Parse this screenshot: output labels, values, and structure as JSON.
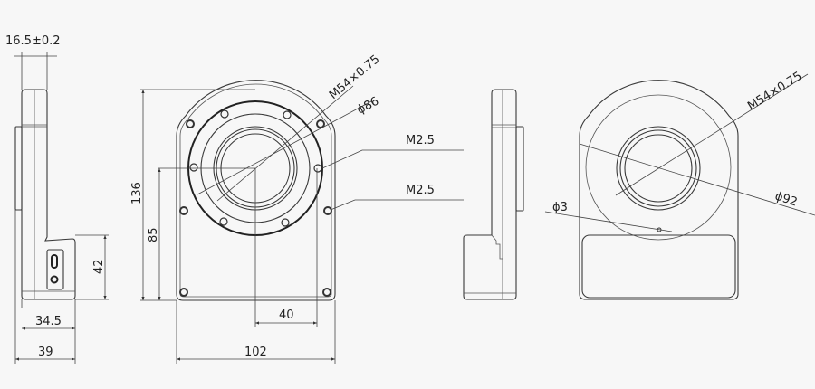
{
  "colors": {
    "background": "#f7f7f7",
    "line": "#3a3a3a"
  },
  "side_view_left": {
    "thickness": "16.5±0.2",
    "block_height": "42",
    "depth_inner": "34.5",
    "depth_total": "39"
  },
  "front_view": {
    "height": "136",
    "center_height": "85",
    "center_offset": "40",
    "width": "102",
    "thread": "M54×0.75",
    "bolt_circle": "ϕ86",
    "screw_1": "M2.5",
    "screw_2": "M2.5"
  },
  "rear_view": {
    "thread": "M54×0.75",
    "pin": "ϕ3",
    "diameter": "ϕ92"
  }
}
